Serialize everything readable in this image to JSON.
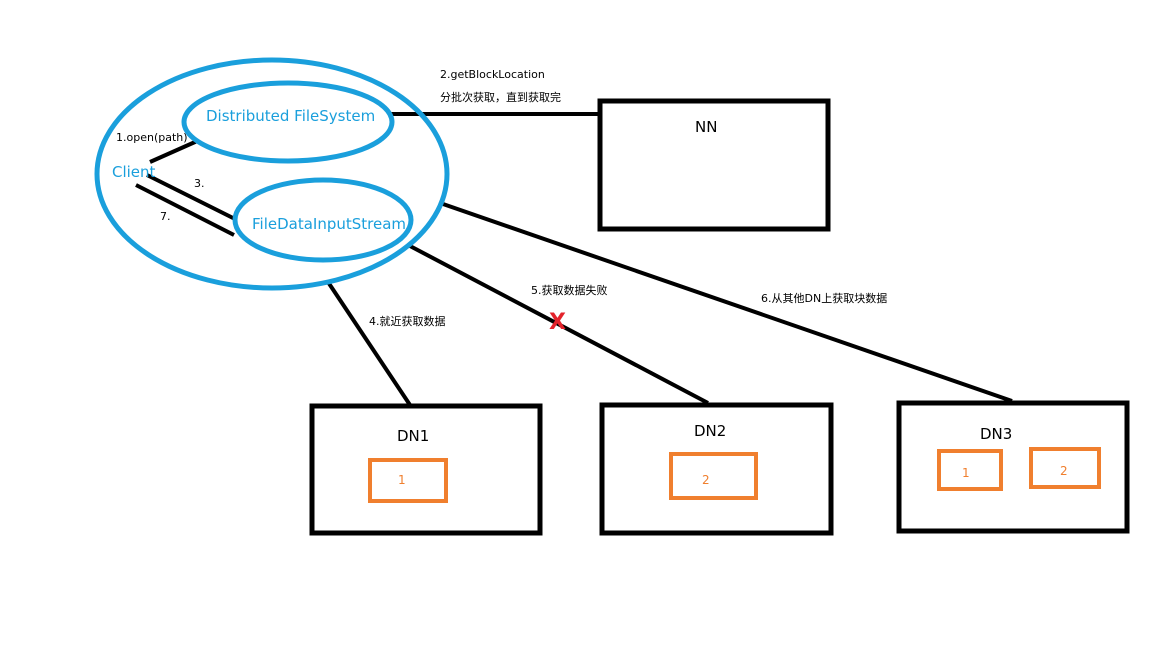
{
  "client": {
    "label": "Client",
    "dfs_label": "Distributed FileSystem",
    "stream_label": "FileDataInputStream"
  },
  "edges": {
    "open": "1.open(path)",
    "step3": "3.",
    "step7": "7.",
    "nn_call": "2.getBlockLocation",
    "nn_note": "分批次获取，直到获取完",
    "dn1_read": "4.就近获取数据",
    "dn2_fail": "5.获取数据失败",
    "dn3_read": "6.从其他DN上获取块数据",
    "fail_mark": "X"
  },
  "nodes": {
    "nn": "NN",
    "dn1": {
      "title": "DN1",
      "blocks": [
        "1"
      ]
    },
    "dn2": {
      "title": "DN2",
      "blocks": [
        "2"
      ]
    },
    "dn3": {
      "title": "DN3",
      "blocks": [
        "1",
        "2"
      ]
    }
  },
  "colors": {
    "client_stroke": "#1a9fdc",
    "block_stroke": "#f07f2e",
    "line": "#000000",
    "fail": "#e3232b"
  }
}
